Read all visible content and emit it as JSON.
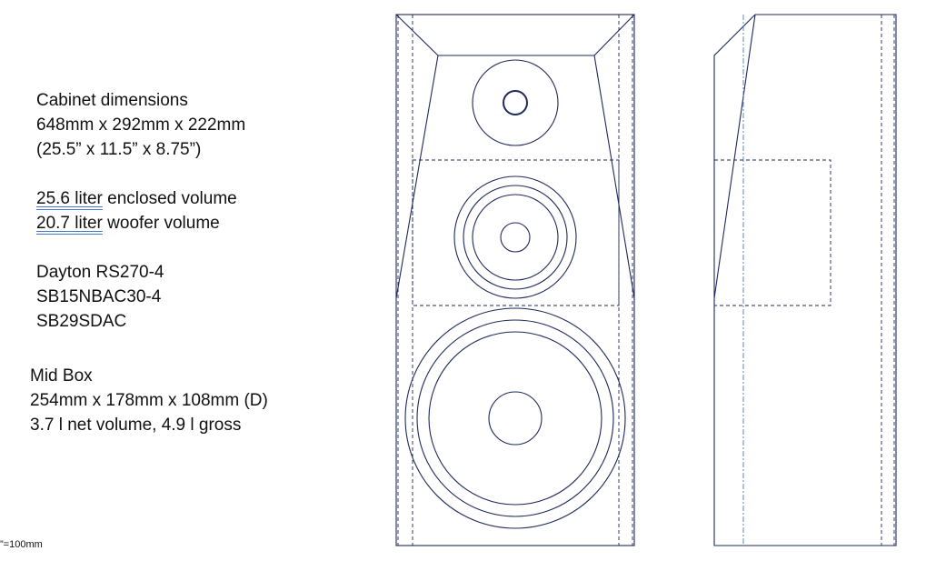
{
  "specs": {
    "cabinet_heading": "Cabinet dimensions",
    "cabinet_mm": "648mm x 292mm x 222mm",
    "cabinet_in": "(25.5” x 11.5” x 8.75”)",
    "enclosed_value": "25.6 liter",
    "enclosed_rest": " enclosed volume",
    "woofer_value": "20.7 liter",
    "woofer_rest": " woofer volume",
    "drivers": [
      "Dayton RS270-4",
      "SB15NBAC30-4",
      "SB29SDAC"
    ]
  },
  "mid_box": {
    "heading": "Mid Box",
    "dimensions": "254mm x 178mm x 108mm (D)",
    "volume": "3.7 l net volume, 4.9 l gross"
  },
  "scale_note": "”=100mm",
  "drawing": {
    "views": [
      "front-view",
      "side-view"
    ],
    "drivers_in_front_view": [
      "tweeter",
      "midrange",
      "woofer"
    ],
    "line_color": "#1f2a5c",
    "centerline_color": "#4a7fc8"
  }
}
